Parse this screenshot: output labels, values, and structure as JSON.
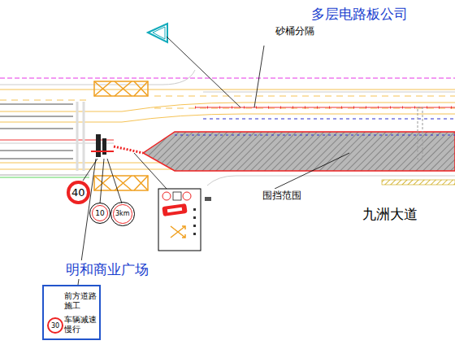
{
  "diagram": {
    "nodes": [
      {
        "text": [
          "40"
        ]
      },
      {
        "text": [
          "10"
        ]
      },
      {
        "text": [
          "3km"
        ]
      },
      {
        "text": [
          "前方道路施工",
          "车辆减速慢行"
        ]
      },
      {
        "text": [
          "30"
        ],
        "in": 3
      }
    ],
    "labels": [
      "多层电路板公司",
      "砂桶分隔",
      "围挡范围",
      "九洲大道",
      "明和商业广场"
    ]
  }
}
